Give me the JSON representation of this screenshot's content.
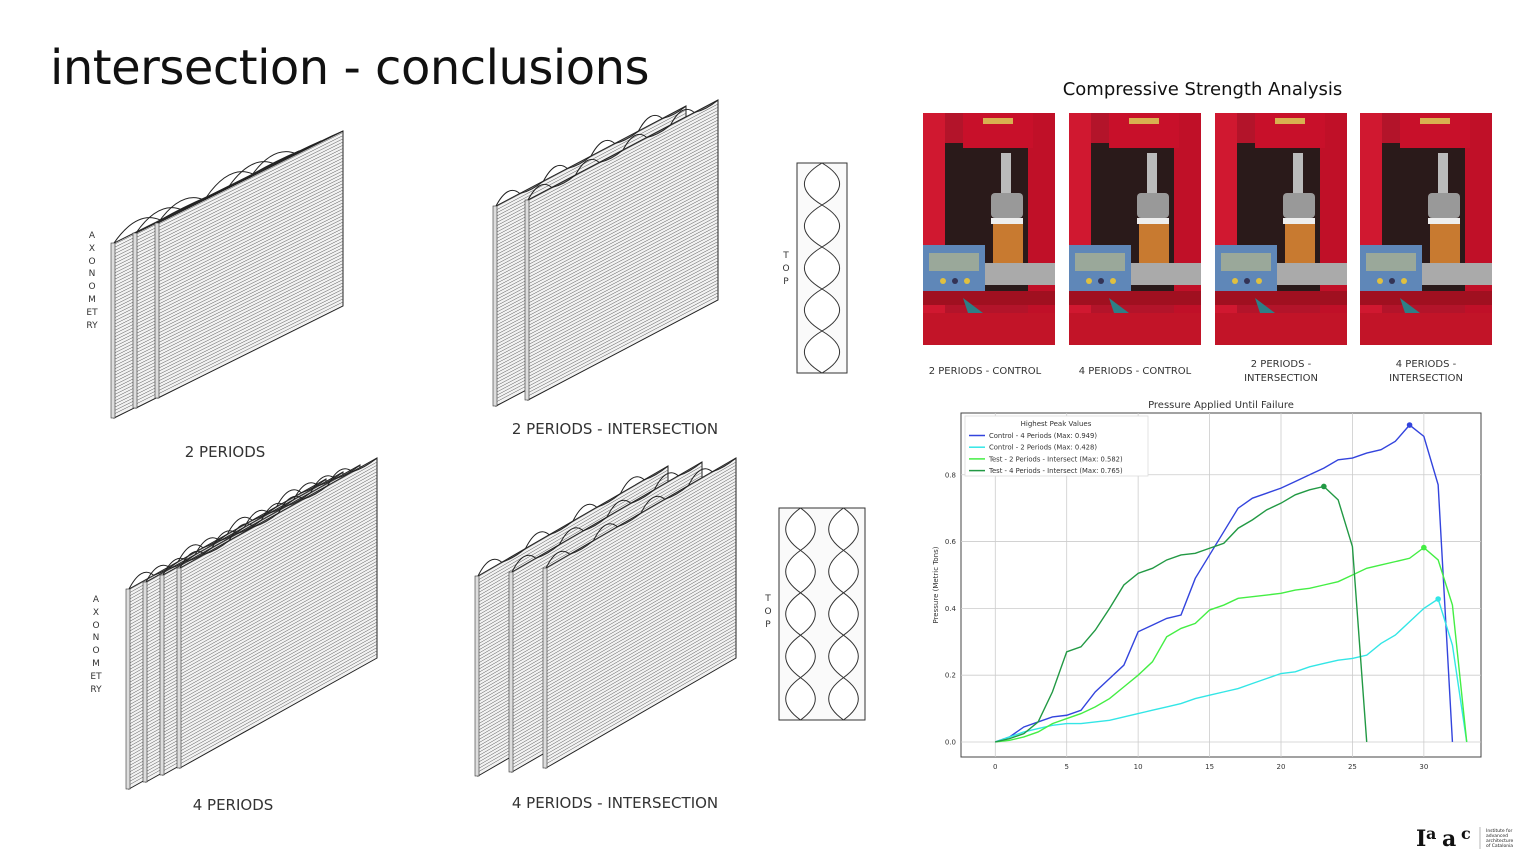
{
  "slide": {
    "title": "intersection - conclusions"
  },
  "drawings": {
    "axonometry_label": "AXONOMETRY",
    "top_label": "TOP",
    "captions": [
      "2 PERIODS",
      "2 PERIODS - INTERSECTION",
      "4 PERIODS",
      "4 PERIODS - INTERSECTION"
    ]
  },
  "analysis": {
    "title": "Compressive Strength Analysis",
    "photos": [
      {
        "caption": "2 PERIODS - CONTROL"
      },
      {
        "caption": "4 PERIODS - CONTROL"
      },
      {
        "caption": "2 PERIODS - INTERSECTION"
      },
      {
        "caption": "4 PERIODS - INTERSECTION"
      }
    ]
  },
  "logo": {
    "text": "Iaac",
    "subtext": "Institute for advanced architecture of Catalonia"
  },
  "chart_data": {
    "type": "line",
    "title": "Pressure Applied Until Failure",
    "xlabel": "",
    "ylabel": "Pressure (Metric Tons)",
    "xlim": [
      -2.4,
      34
    ],
    "ylim": [
      -0.045,
      0.985
    ],
    "xticks": [
      0,
      5,
      10,
      15,
      20,
      25,
      30
    ],
    "yticks": [
      0.0,
      0.2,
      0.4,
      0.6,
      0.8
    ],
    "xtick_labels": [
      "0",
      "5",
      "10",
      "15",
      "20",
      "25",
      "30"
    ],
    "ytick_labels": [
      "0.0",
      "0.2",
      "0.4",
      "0.6",
      "0.8"
    ],
    "grid": true,
    "legend_title": "Highest Peak Values",
    "legend_position": "top-left",
    "series": [
      {
        "name": "Control - 4 Periods (Max: 0.949)",
        "color": "#3344dd",
        "peak": [
          29,
          0.949
        ],
        "x": [
          0,
          1,
          2,
          3,
          4,
          5,
          6,
          7,
          8,
          9,
          10,
          11,
          12,
          13,
          14,
          15,
          16,
          17,
          18,
          19,
          20,
          21,
          22,
          23,
          24,
          25,
          26,
          27,
          28,
          29,
          30,
          31,
          32
        ],
        "y": [
          0,
          0.015,
          0.045,
          0.06,
          0.075,
          0.08,
          0.095,
          0.15,
          0.19,
          0.23,
          0.33,
          0.35,
          0.37,
          0.38,
          0.49,
          0.56,
          0.63,
          0.7,
          0.73,
          0.745,
          0.76,
          0.78,
          0.8,
          0.82,
          0.845,
          0.85,
          0.865,
          0.875,
          0.9,
          0.949,
          0.915,
          0.77,
          0.0
        ]
      },
      {
        "name": "Control - 2 Periods (Max: 0.428)",
        "color": "#33e6e6",
        "peak": [
          31,
          0.428
        ],
        "x": [
          0,
          1,
          2,
          3,
          4,
          5,
          6,
          7,
          8,
          9,
          10,
          11,
          12,
          13,
          14,
          15,
          16,
          17,
          18,
          19,
          20,
          21,
          22,
          23,
          24,
          25,
          26,
          27,
          28,
          29,
          30,
          31,
          32,
          33
        ],
        "y": [
          0,
          0.015,
          0.03,
          0.04,
          0.05,
          0.055,
          0.055,
          0.06,
          0.065,
          0.075,
          0.085,
          0.095,
          0.105,
          0.115,
          0.13,
          0.14,
          0.15,
          0.16,
          0.175,
          0.19,
          0.205,
          0.21,
          0.225,
          0.235,
          0.245,
          0.25,
          0.26,
          0.295,
          0.32,
          0.36,
          0.4,
          0.428,
          0.29,
          0.0
        ]
      },
      {
        "name": "Test - 2 Periods - Intersect (Max: 0.582)",
        "color": "#44ee44",
        "peak": [
          30,
          0.582
        ],
        "x": [
          0,
          1,
          2,
          3,
          4,
          5,
          6,
          7,
          8,
          9,
          10,
          11,
          12,
          13,
          14,
          15,
          16,
          17,
          18,
          19,
          20,
          21,
          22,
          23,
          24,
          25,
          26,
          27,
          28,
          29,
          30,
          31,
          32,
          33
        ],
        "y": [
          0,
          0.005,
          0.015,
          0.03,
          0.055,
          0.07,
          0.085,
          0.105,
          0.13,
          0.165,
          0.2,
          0.24,
          0.315,
          0.34,
          0.355,
          0.395,
          0.41,
          0.43,
          0.435,
          0.44,
          0.445,
          0.455,
          0.46,
          0.47,
          0.48,
          0.5,
          0.52,
          0.53,
          0.54,
          0.55,
          0.582,
          0.545,
          0.41,
          0.0
        ]
      },
      {
        "name": "Test - 4 Periods - Intersect (Max: 0.765)",
        "color": "#229944",
        "peak": [
          23,
          0.765
        ],
        "x": [
          0,
          1,
          2,
          3,
          4,
          5,
          6,
          7,
          8,
          9,
          10,
          11,
          12,
          13,
          14,
          15,
          16,
          17,
          18,
          19,
          20,
          21,
          22,
          23,
          24,
          25,
          26
        ],
        "y": [
          0,
          0.01,
          0.025,
          0.06,
          0.15,
          0.27,
          0.285,
          0.335,
          0.4,
          0.47,
          0.505,
          0.52,
          0.545,
          0.56,
          0.565,
          0.58,
          0.595,
          0.64,
          0.665,
          0.695,
          0.715,
          0.74,
          0.755,
          0.765,
          0.725,
          0.585,
          0.0
        ]
      }
    ]
  }
}
